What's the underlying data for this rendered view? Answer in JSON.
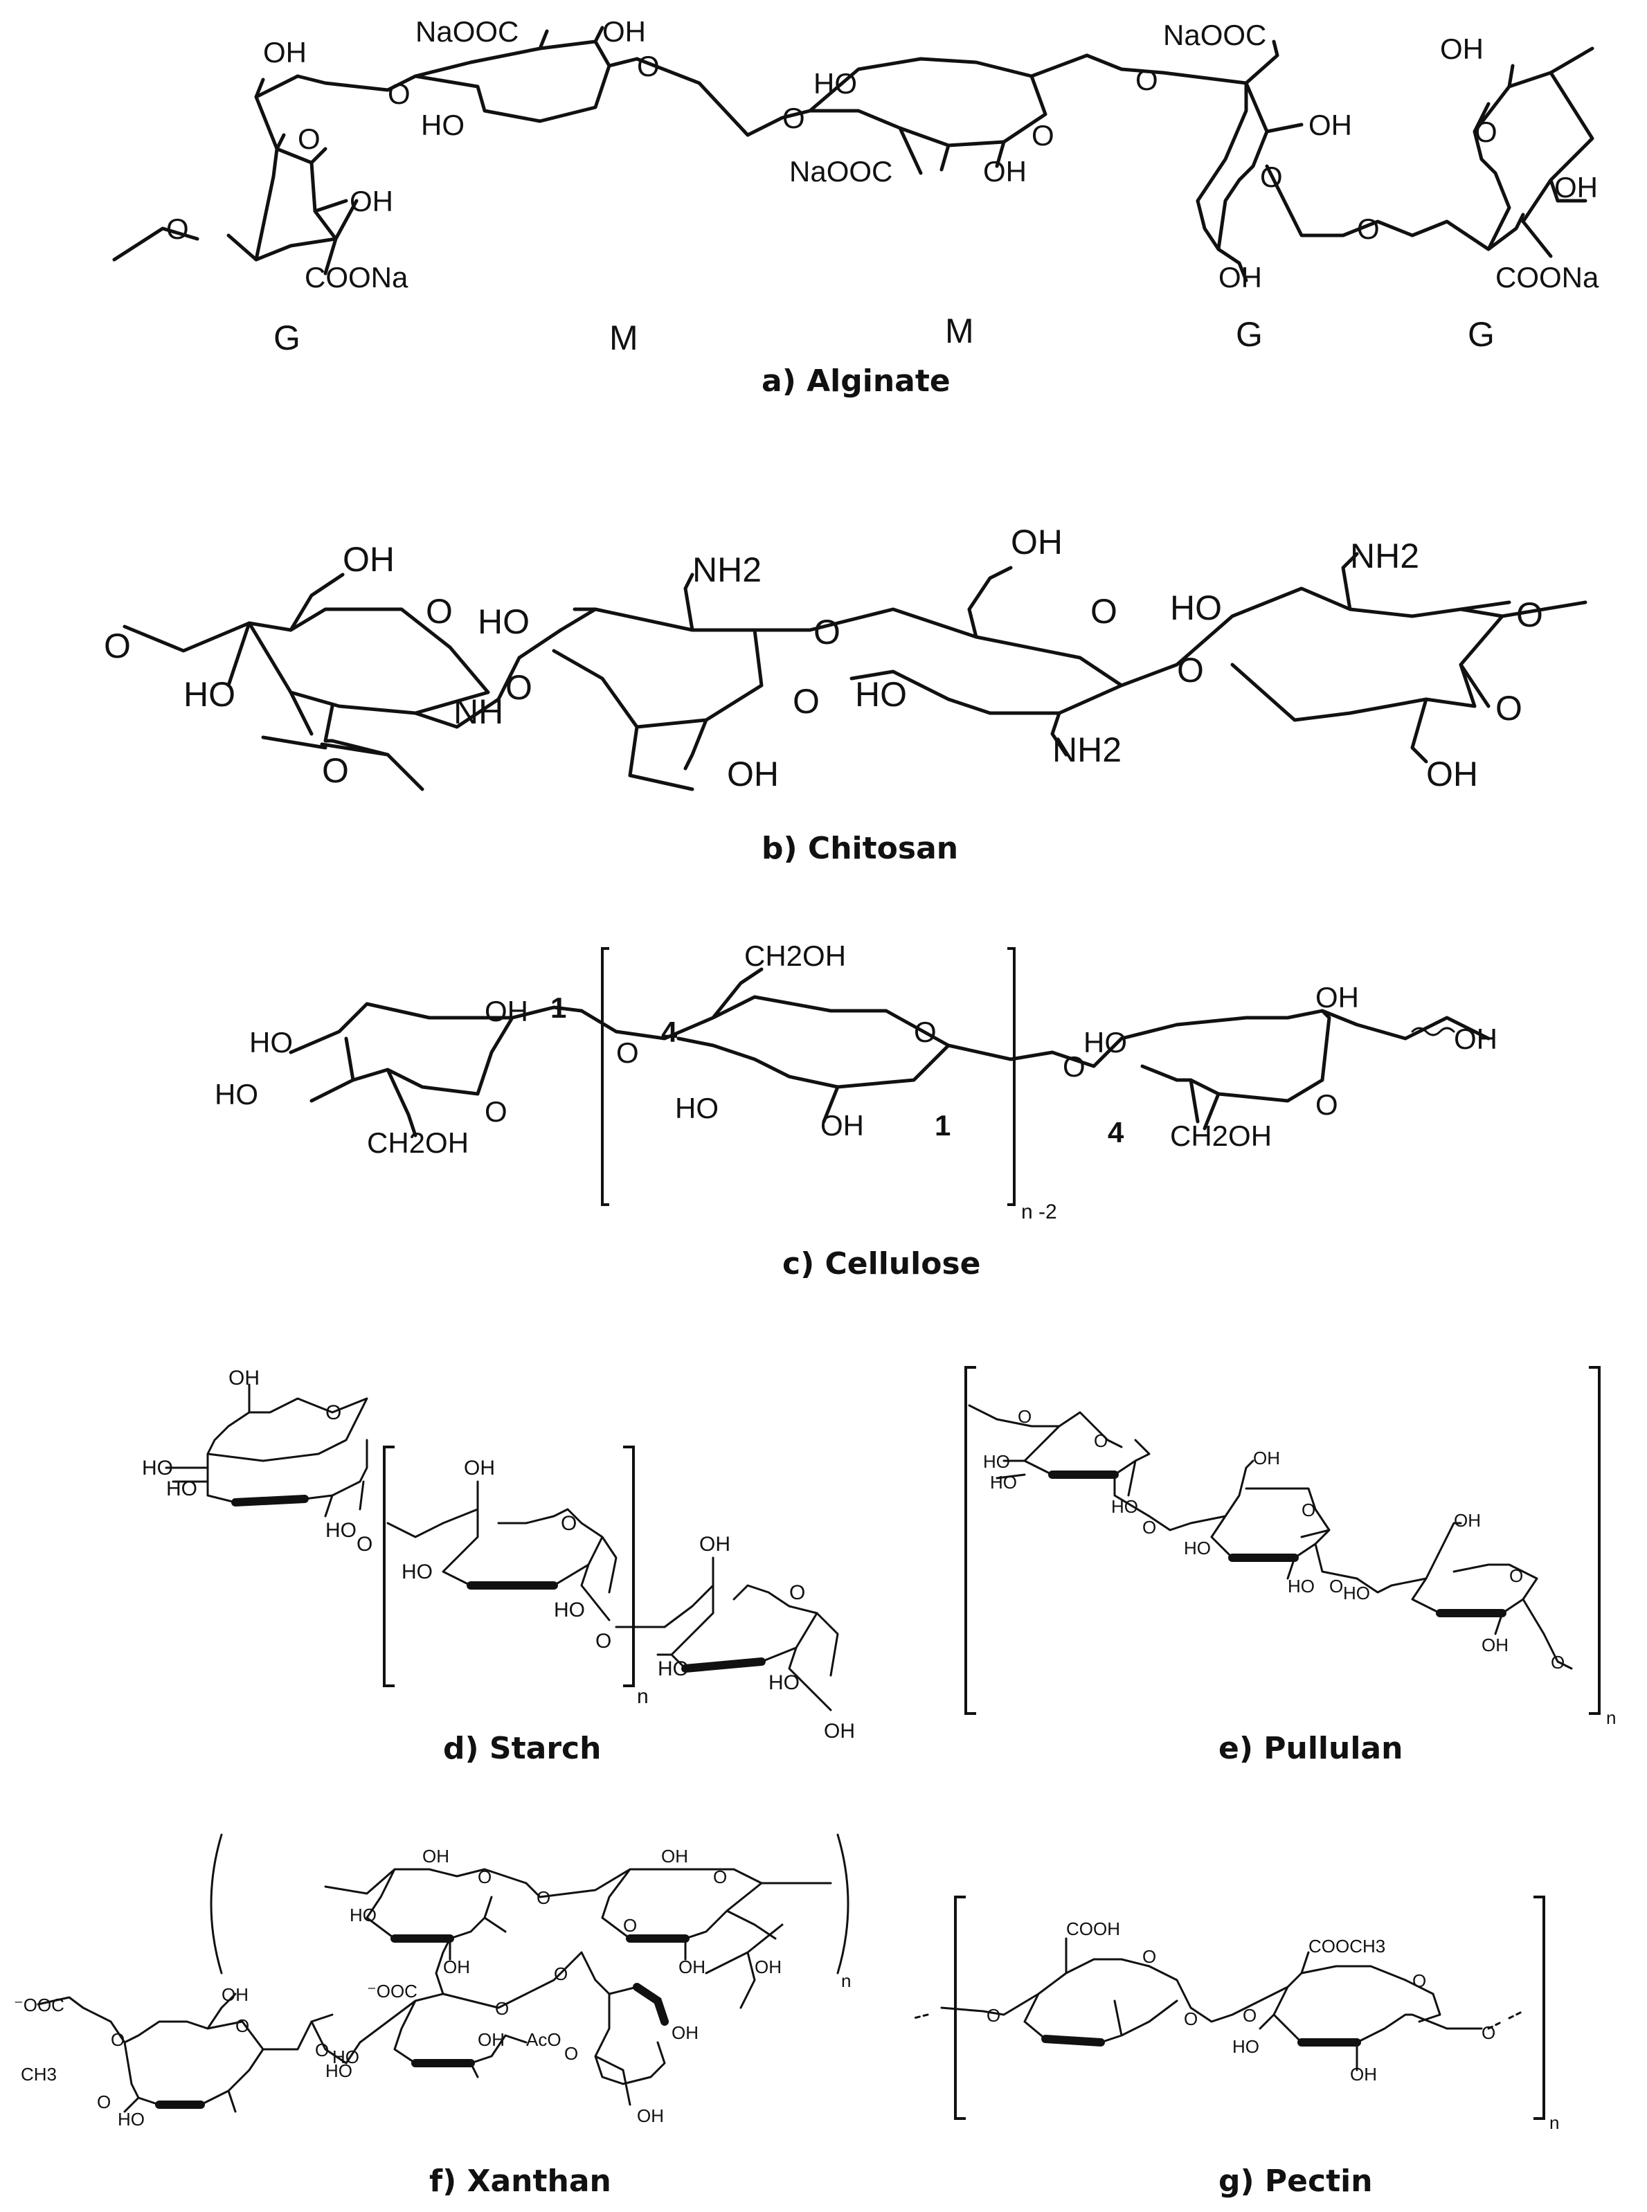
{
  "panels": {
    "alginate": {
      "caption": "a)   Alginate",
      "units": [
        "G",
        "M",
        "M",
        "G",
        "G"
      ],
      "labels": [
        "OH",
        "NaOOC",
        "OH",
        "HO",
        "HO",
        "NaOOC",
        "OH",
        "NaOOC",
        "OH",
        "OH",
        "OH",
        "OH",
        "COONa",
        "COONa",
        "OH",
        "O",
        "O",
        "O",
        "O",
        "O",
        "O",
        "O",
        "O",
        "O",
        "O"
      ]
    },
    "chitosan": {
      "caption": "b)   Chitosan",
      "labels": [
        "OH",
        "O",
        "HO",
        "NH",
        "O",
        "O",
        "HO",
        "NH2",
        "O",
        "OH",
        "OH",
        "O",
        "HO",
        "NH2",
        "O",
        "HO",
        "NH2",
        "O",
        "O",
        "OH",
        "O",
        "O"
      ]
    },
    "cellulose": {
      "caption": "c)   Cellulose",
      "labels": [
        "HO",
        "HO",
        "OH",
        "1",
        "O",
        "CH2OH",
        "O",
        "CH2OH",
        "4",
        "O",
        "HO",
        "OH",
        "1",
        "n -2",
        "O",
        "HO",
        "OH",
        "OH",
        "4",
        "CH2OH",
        "O"
      ]
    },
    "starch": {
      "caption": "d)   Starch",
      "labels": [
        "OH",
        "O",
        "HO",
        "HO",
        "HO",
        "O",
        "OH",
        "O",
        "HO",
        "HO",
        "O",
        "n",
        "OH",
        "O",
        "HO",
        "HO",
        "OH"
      ]
    },
    "pullulan": {
      "caption": "e)   Pullulan",
      "labels": [
        "O",
        "O",
        "HO",
        "HO",
        "HO",
        "O",
        "OH",
        "O",
        "HO",
        "HO",
        "O",
        "OH",
        "O",
        "HO",
        "OH",
        "O",
        "n"
      ]
    },
    "xanthan": {
      "caption": "f)    Xanthan",
      "labels": [
        "OH",
        "O",
        "O",
        "OH",
        "O",
        "HO",
        "OH",
        "OH",
        "O",
        "OH",
        "n",
        "⁻OOC",
        "O",
        "CH3",
        "O",
        "HO",
        "OH",
        "O",
        "O",
        "⁻OOC",
        "O",
        "HO",
        "HO",
        "OH",
        "AcO",
        "O",
        "O",
        "OH",
        "OH"
      ]
    },
    "pectin": {
      "caption": "g)   Pectin",
      "labels": [
        "COOH",
        "O",
        "O",
        "O",
        "COOCH3",
        "O",
        "O",
        "HO",
        "OH",
        "O",
        "n"
      ]
    }
  }
}
